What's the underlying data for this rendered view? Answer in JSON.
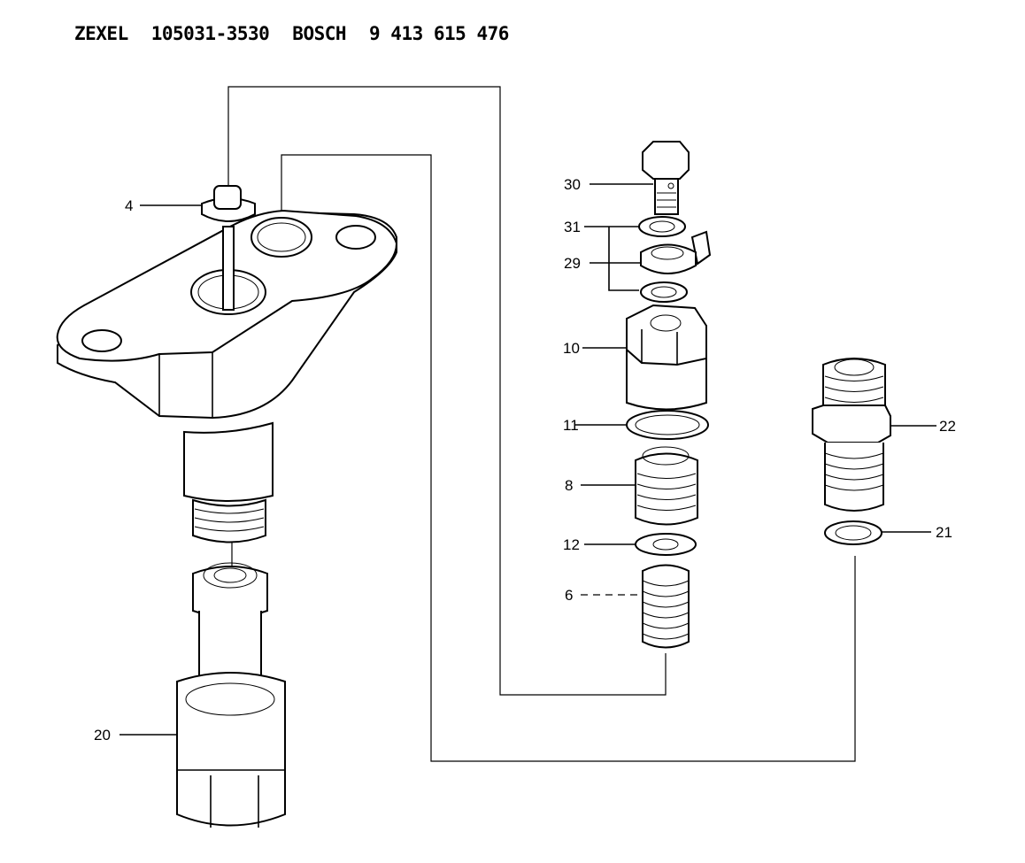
{
  "header": {
    "maker": "ZEXEL",
    "zexel_no": "105031-3530",
    "brand": "BOSCH",
    "bosch_no": "9 413 615 476"
  },
  "callouts": {
    "p4": "4",
    "p20": "20",
    "p30": "30",
    "p31": "31",
    "p29": "29",
    "p10": "10",
    "p11": "11",
    "p8": "8",
    "p12": "12",
    "p6": "6",
    "p22": "22",
    "p21": "21"
  }
}
